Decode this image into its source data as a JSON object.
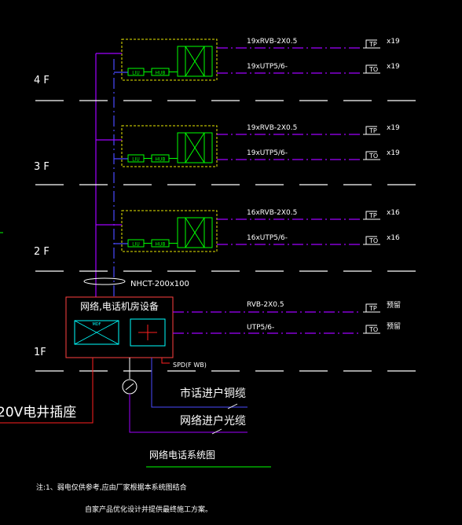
{
  "floors": [
    {
      "label": "4 F",
      "ttv_cable": "19xRVB-2X0.5",
      "data_cable": "19xUTP5/6-",
      "tp_count": "x19",
      "to_count": "x19"
    },
    {
      "label": "3 F",
      "ttv_cable": "19xRVB-2X0.5",
      "data_cable": "19xUTP5/6-",
      "tp_count": "x19",
      "to_count": "x19"
    },
    {
      "label": "2 F",
      "ttv_cable": "16xRVB-2X0.5",
      "data_cable": "16xUTP5/6-",
      "tp_count": "x16",
      "to_count": "x16"
    },
    {
      "label": "1F",
      "ttv_cable": "RVB-2X0.5",
      "data_cable": "UTP5/6-",
      "tp_count": "预留",
      "to_count": "预留"
    }
  ],
  "panel": {
    "liu": "LIU",
    "hub": "HUB",
    "mdf": "MDF"
  },
  "outlets": {
    "tp": "TP",
    "to": "TO"
  },
  "riser": "NHCT-200x100",
  "room_title": "网络,电话机房设备",
  "spd": "SPD(F WB)",
  "incoming_copper": "市话进户铜缆",
  "incoming_fiber": "网络进户光缆",
  "socket": "20V电井插座",
  "diagram_title": "网络电话系统图",
  "note_line1": "注:1、弱电仅供参考,应由厂家根据本系统图结合",
  "note_line2": "自家产品优化设计并提供最终施工方案。",
  "colors": {
    "background": "#000000",
    "riser_line": "#a000ff",
    "blue_line": "#4a4aff",
    "floor_line": "#ffffff",
    "yellow_box": "#e8e800",
    "green": "#00ff00",
    "cyan": "#00ffff",
    "red": "#ff2020",
    "text": "#ffffff"
  }
}
